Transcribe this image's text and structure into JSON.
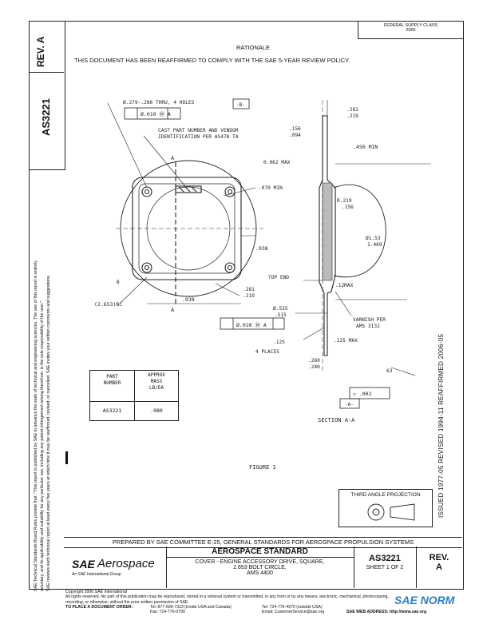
{
  "header": {
    "rev_label": "REV.",
    "rev_value": "A",
    "doc_number": "AS3221",
    "federal_supply": "FEDERAL SUPPLY CLASS",
    "fsc_code": "2965",
    "rationale_title": "RATIONALE",
    "rationale_text": "THIS DOCUMENT HAS BEEN REAFFIRMED TO COMPLY WITH THE SAE 5-YEAR REVIEW POLICY."
  },
  "left_margin": {
    "line1": "SAE Technical Standards Board Rules provide that: \"This report is published by SAE to advance the state of technical and engineering sciences. The use of this report is entirely",
    "line2": "voluntary, and its applicability and suitability for any particular use, including any patent infringement arising therefrom, is the sole responsibility of the user.\"",
    "line3": "SAE reviews each technical report at least every five years at which time it may be reaffirmed, revised, or cancelled. SAE invites your written comments and suggestions."
  },
  "right_margin": {
    "text": "ISSUED 1977-05    REVISED 1994-11    REAFFIRMED 2006-05"
  },
  "drawing": {
    "callout_hole": "Ø.279-.286 THRU, 4 HOLES",
    "callout_hole_box": "-B-",
    "fcf_hole": "Ø.010 Ⓜ A",
    "cast_part": "CAST PART NUMBER AND VENDOR",
    "identification": "IDENTIFICATION PER AS478 TA",
    "label_a_top": "A",
    "label_a_bottom": "A",
    "dim_070": ".070 MIN",
    "dim_938v": ".938",
    "dim_938h": ".938",
    "bolt_circle": "(2.653)BC",
    "dim_281_top": ".281",
    "dim_219_top": ".219",
    "dim_156": ".156",
    "dim_094": ".094",
    "dim_450": ".450 MIN",
    "dim_062": "0.062 MAX",
    "dim_r219": "R.219",
    "dim_r156": ".156",
    "dim_d1531": "Ø1.53",
    "dim_d1469": "1.469",
    "top_end": "TOP END",
    "dim_281b": ".281",
    "dim_219b": ".219",
    "dim_d535": "Ø.535",
    "dim_d515": ".515",
    "fcf_bottom": "Ø.010 Ⓜ A",
    "dim_12max": ".12MAX",
    "varnish": "VARNISH PER",
    "ams3132": "AMS 3132",
    "dim_125": ".125",
    "four_places": "4 PLACES",
    "dim_125max": ".125 MAX",
    "dim_260": ".260",
    "dim_240": ".240",
    "dim_63": "63",
    "flatness": "▱ .002",
    "datum_a": "-A-",
    "section": "SECTION A-A",
    "label_b": "B",
    "figure": "FIGURE 1"
  },
  "table": {
    "col1": [
      "PART",
      "NUMBER"
    ],
    "col2": [
      "APPROX",
      "MASS",
      "LB/EA"
    ],
    "row_part": "AS3221",
    "row_mass": ".080"
  },
  "third_angle": "THIRD ANGLE PROJECTION",
  "footer": {
    "prepared_by": "PREPARED BY SAE COMMITTEE E-25, GENERAL STANDARDS FOR AEROSPACE PROPULSION SYSTEMS",
    "logo_sae": "SAE",
    "logo_aerospace": "Aerospace",
    "logo_tagline": "An SAE International Group",
    "standard_title": "AEROSPACE STANDARD",
    "description_line1": "COVER - ENGINE ACCESSORY DRIVE, SQUARE,",
    "description_line2": "2.653 BOLT CIRCLE,",
    "description_line3": "AMS 4400",
    "doc_number": "AS3221",
    "sheet": "SHEET 1 OF 2",
    "rev_label": "REV.",
    "rev_value": "A"
  },
  "copyright": {
    "line1": "Copyright 2006 SAE International",
    "line2": "All rights reserved. No part of this publication may be reproduced, stored in a retrieval system or transmitted, in any form or by any means, electronic, mechanical, photocopying,",
    "line3": "recording, or otherwise, without the prior written permission of SAE.",
    "order_label": "TO PLACE A DOCUMENT ORDER:",
    "tel1": "Tel: 877-606-7323 (inside USA and Canada)",
    "fax": "Fax: 724-776-0790",
    "tel2": "Tel: 724-776-4970 (outside USA)",
    "email": "Email: CustomerService@sae.org",
    "web": "SAE WEB ADDRESS: http://www.sae.org"
  },
  "watermark": "SAE NORM",
  "colors": {
    "ink": "#111111",
    "watermark": "#2a7fd0"
  }
}
